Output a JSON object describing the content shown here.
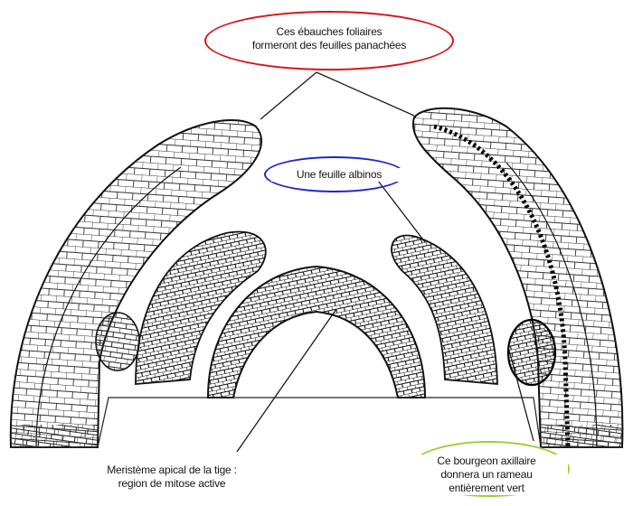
{
  "labels": {
    "top": [
      "Ces ébauches foliaires",
      "formeront des feuilles panachées"
    ],
    "middle": "Une feuille albinos",
    "bottom_left": [
      "Meristème apical de la tige :",
      "region de mitose active"
    ],
    "bottom_right": [
      "Ce bourgeon axillaire",
      "donnera un rameau",
      "entièrement vert"
    ]
  },
  "highlights": {
    "top_ring_color": "#d8141c",
    "middle_ring_color": "#1f23c9",
    "bottom_right_ring_color": "#9ccd3a"
  },
  "icons": [
    "leaf-primordium",
    "apical-meristem",
    "axillary-bud",
    "cell-mesh"
  ]
}
